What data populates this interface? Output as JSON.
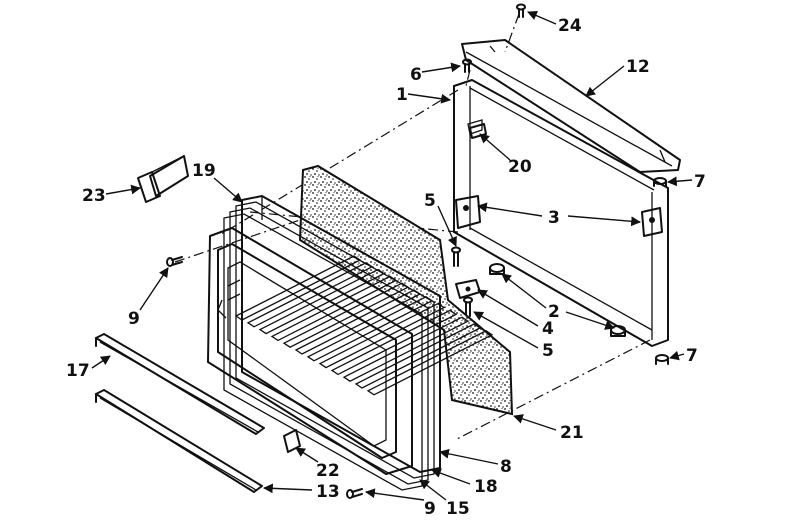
{
  "diagram": {
    "callouts": [
      {
        "key": "c24",
        "text": "24"
      },
      {
        "key": "c12",
        "text": "12"
      },
      {
        "key": "c6",
        "text": "6"
      },
      {
        "key": "c1",
        "text": "1"
      },
      {
        "key": "c20",
        "text": "20"
      },
      {
        "key": "c7a",
        "text": "7"
      },
      {
        "key": "c19",
        "text": "19"
      },
      {
        "key": "c23",
        "text": "23"
      },
      {
        "key": "c5a",
        "text": "5"
      },
      {
        "key": "c3",
        "text": "3"
      },
      {
        "key": "c2",
        "text": "2"
      },
      {
        "key": "c9a",
        "text": "9"
      },
      {
        "key": "c4",
        "text": "4"
      },
      {
        "key": "c5b",
        "text": "5"
      },
      {
        "key": "c7b",
        "text": "7"
      },
      {
        "key": "c17",
        "text": "17"
      },
      {
        "key": "c21",
        "text": "21"
      },
      {
        "key": "c22",
        "text": "22"
      },
      {
        "key": "c8",
        "text": "8"
      },
      {
        "key": "c13",
        "text": "13"
      },
      {
        "key": "c18",
        "text": "18"
      },
      {
        "key": "c9b",
        "text": "9"
      },
      {
        "key": "c15",
        "text": "15"
      }
    ]
  }
}
